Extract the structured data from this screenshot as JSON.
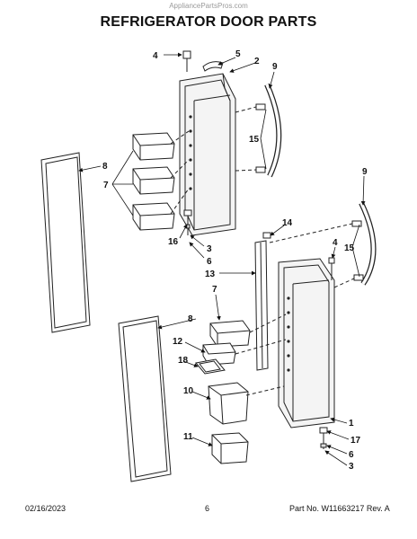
{
  "header": {
    "source": "AppliancePartsPros.com",
    "title": "REFRIGERATOR DOOR PARTS"
  },
  "callouts": {
    "c4a": "4",
    "c5": "5",
    "c2": "2",
    "c9a": "9",
    "c8a": "8",
    "c7a": "7",
    "c15a": "15",
    "c16": "16",
    "c3a": "3",
    "c6a": "6",
    "c9b": "9",
    "c14": "14",
    "c4b": "4",
    "c15b": "15",
    "c13": "13",
    "c7b": "7",
    "c8b": "8",
    "c12": "12",
    "c18": "18",
    "c10": "10",
    "c11": "11",
    "c1": "1",
    "c17": "17",
    "c6b": "6",
    "c3b": "3"
  },
  "footer": {
    "date": "02/16/2023",
    "page": "6",
    "part_no": "Part No. W11663217  Rev. A"
  }
}
